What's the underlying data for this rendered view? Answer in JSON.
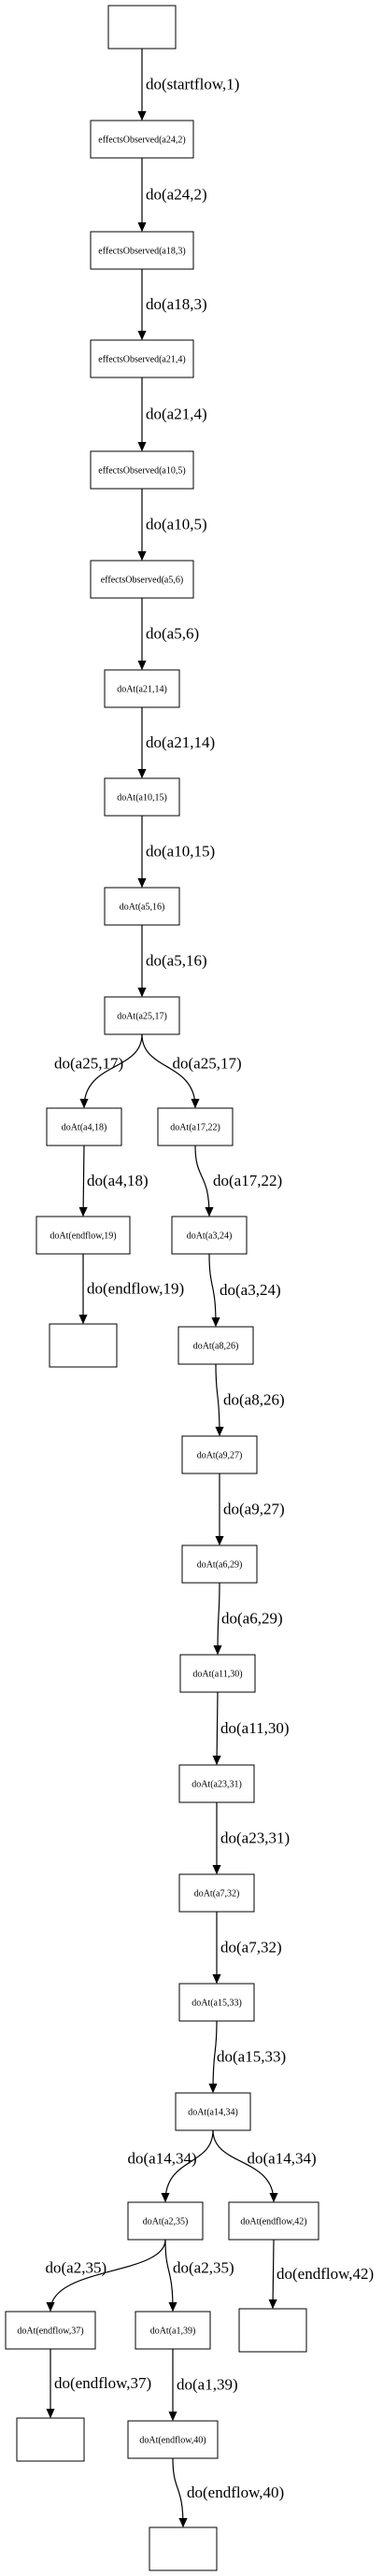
{
  "nodes": [
    {
      "id": "n0",
      "label": ""
    },
    {
      "id": "n1",
      "label": "effectsObserved(a24,2)"
    },
    {
      "id": "n2",
      "label": "effectsObserved(a18,3)"
    },
    {
      "id": "n3",
      "label": "effectsObserved(a21,4)"
    },
    {
      "id": "n4",
      "label": "effectsObserved(a10,5)"
    },
    {
      "id": "n5",
      "label": "effectsObserved(a5,6)"
    },
    {
      "id": "n6",
      "label": "doAt(a21,14)"
    },
    {
      "id": "n7",
      "label": "doAt(a10,15)"
    },
    {
      "id": "n8",
      "label": "doAt(a5,16)"
    },
    {
      "id": "n9",
      "label": "doAt(a25,17)"
    },
    {
      "id": "n10",
      "label": "doAt(a4,18)"
    },
    {
      "id": "n11",
      "label": "doAt(a17,22)"
    },
    {
      "id": "n12",
      "label": "doAt(endflow,19)"
    },
    {
      "id": "n13",
      "label": "doAt(a3,24)"
    },
    {
      "id": "n14",
      "label": ""
    },
    {
      "id": "n15",
      "label": "doAt(a8,26)"
    },
    {
      "id": "n16",
      "label": "doAt(a9,27)"
    },
    {
      "id": "n17",
      "label": "doAt(a6,29)"
    },
    {
      "id": "n18",
      "label": "doAt(a11,30)"
    },
    {
      "id": "n19",
      "label": "doAt(a23,31)"
    },
    {
      "id": "n20",
      "label": "doAt(a7,32)"
    },
    {
      "id": "n21",
      "label": "doAt(a15,33)"
    },
    {
      "id": "n22",
      "label": "doAt(a14,34)"
    },
    {
      "id": "n23",
      "label": "doAt(a2,35)"
    },
    {
      "id": "n24",
      "label": "doAt(endflow,42)"
    },
    {
      "id": "n25",
      "label": "doAt(endflow,37)"
    },
    {
      "id": "n26",
      "label": "doAt(a1,39)"
    },
    {
      "id": "n27",
      "label": ""
    },
    {
      "id": "n28",
      "label": ""
    },
    {
      "id": "n29",
      "label": "doAt(endflow,40)"
    },
    {
      "id": "n30",
      "label": ""
    }
  ],
  "edges": [
    {
      "from": "n0",
      "to": "n1",
      "label": "do(startflow,1)"
    },
    {
      "from": "n1",
      "to": "n2",
      "label": "do(a24,2)"
    },
    {
      "from": "n2",
      "to": "n3",
      "label": "do(a18,3)"
    },
    {
      "from": "n3",
      "to": "n4",
      "label": "do(a21,4)"
    },
    {
      "from": "n4",
      "to": "n5",
      "label": "do(a10,5)"
    },
    {
      "from": "n5",
      "to": "n6",
      "label": "do(a5,6)"
    },
    {
      "from": "n6",
      "to": "n7",
      "label": "do(a21,14)"
    },
    {
      "from": "n7",
      "to": "n8",
      "label": "do(a10,15)"
    },
    {
      "from": "n8",
      "to": "n9",
      "label": "do(a5,16)"
    },
    {
      "from": "n9",
      "to": "n10",
      "label": "do(a25,17)"
    },
    {
      "from": "n9",
      "to": "n11",
      "label": "do(a25,17)"
    },
    {
      "from": "n10",
      "to": "n12",
      "label": "do(a4,18)"
    },
    {
      "from": "n11",
      "to": "n13",
      "label": "do(a17,22)"
    },
    {
      "from": "n12",
      "to": "n14",
      "label": "do(endflow,19)"
    },
    {
      "from": "n13",
      "to": "n15",
      "label": "do(a3,24)"
    },
    {
      "from": "n15",
      "to": "n16",
      "label": "do(a8,26)"
    },
    {
      "from": "n16",
      "to": "n17",
      "label": "do(a9,27)"
    },
    {
      "from": "n17",
      "to": "n18",
      "label": "do(a6,29)"
    },
    {
      "from": "n18",
      "to": "n19",
      "label": "do(a11,30)"
    },
    {
      "from": "n19",
      "to": "n20",
      "label": "do(a23,31)"
    },
    {
      "from": "n20",
      "to": "n21",
      "label": "do(a7,32)"
    },
    {
      "from": "n21",
      "to": "n22",
      "label": "do(a15,33)"
    },
    {
      "from": "n22",
      "to": "n23",
      "label": "do(a14,34)"
    },
    {
      "from": "n22",
      "to": "n24",
      "label": "do(a14,34)"
    },
    {
      "from": "n23",
      "to": "n25",
      "label": "do(a2,35)"
    },
    {
      "from": "n23",
      "to": "n26",
      "label": "do(a2,35)"
    },
    {
      "from": "n24",
      "to": "n27",
      "label": "do(endflow,42)"
    },
    {
      "from": "n25",
      "to": "n28",
      "label": "do(endflow,37)"
    },
    {
      "from": "n26",
      "to": "n29",
      "label": "do(a1,39)"
    },
    {
      "from": "n29",
      "to": "n30",
      "label": "do(endflow,40)"
    }
  ]
}
